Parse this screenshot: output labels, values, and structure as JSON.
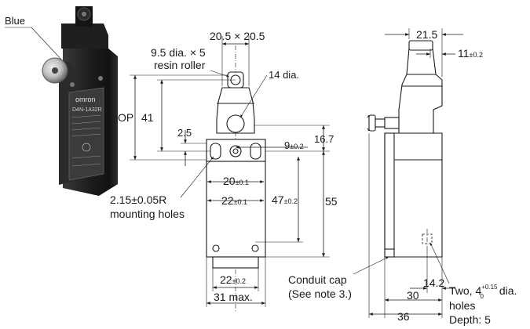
{
  "photo": {
    "color_label": "Blue",
    "brand": "omron",
    "model": "D4N-1A32R"
  },
  "front_view": {
    "roller_label_line1": "9.5 dia. × 5",
    "roller_label_line2": "resin roller",
    "head_width": "20.5 × 20.5",
    "hole_dia": "14 dia.",
    "op": "OP",
    "dim_41": "41",
    "dim_2_5": "2.5",
    "dim_9": "9",
    "dim_9_tol": "±0.2",
    "dim_16_7": "16.7",
    "dim_20": "20",
    "dim_20_tol": "±0.1",
    "dim_22_inner": "22",
    "dim_22_inner_tol": "±0.1",
    "dim_47": "47",
    "dim_47_tol": "±0.2",
    "dim_55": "55",
    "mount_line1": "2.15±0.05R",
    "mount_line2": "mounting holes",
    "dim_22_bottom": "22",
    "dim_22_bottom_tol": "±0.2",
    "dim_31": "31 max."
  },
  "side_view": {
    "dim_21_5": "21.5",
    "dim_11": "11",
    "dim_11_tol": "±0.2",
    "conduit_line1": "Conduit cap",
    "conduit_line2": "(See note 3.)",
    "dim_14_2": "14.2",
    "dim_30": "30",
    "dim_36": "36",
    "holes_line1_a": "Two, 4",
    "holes_sup": "+0.15",
    "holes_sub": "0",
    "holes_line1_b": " dia.",
    "holes_line2": "holes",
    "holes_line3": "Depth: 5"
  }
}
